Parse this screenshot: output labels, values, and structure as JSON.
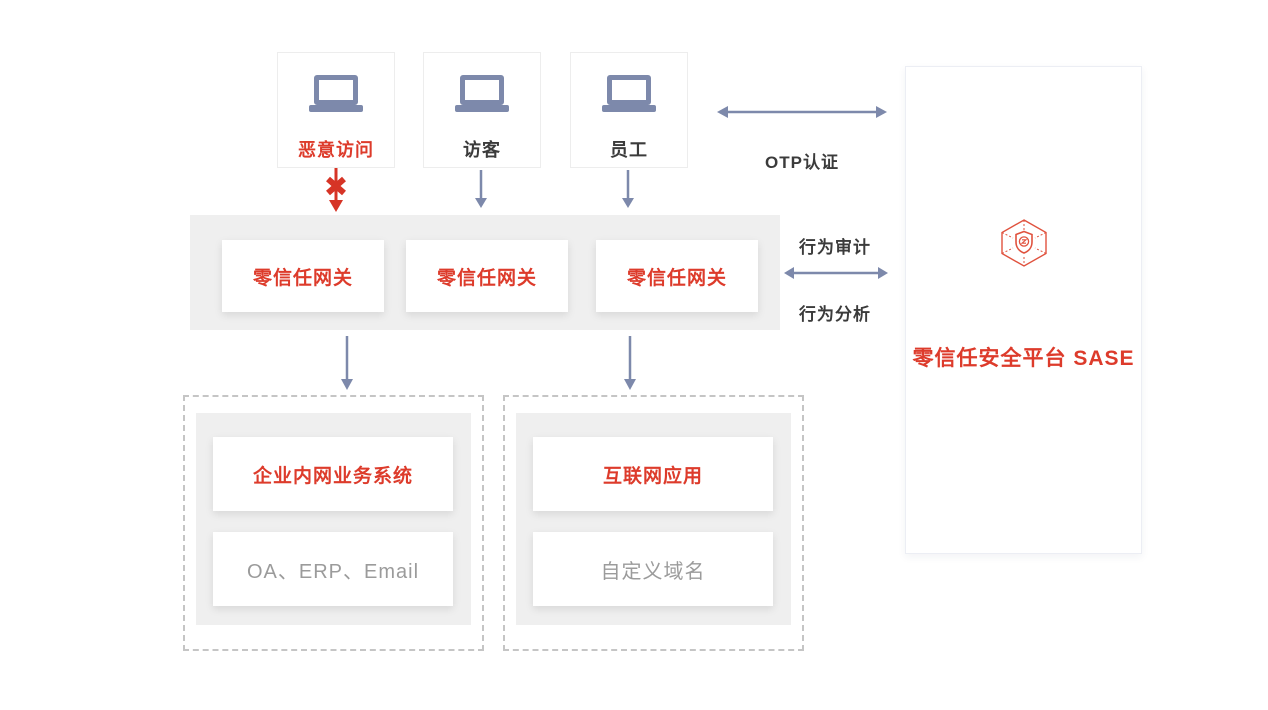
{
  "colors": {
    "red": "#dd3b2b",
    "arrow_red": "#d63426",
    "slate": "#7d89ab",
    "band_bg": "#efefef",
    "dark_text": "#3b3b3b",
    "gray_text": "#9b9b9b",
    "dashed_border": "#c5c5c5",
    "panel_border": "#eceef4"
  },
  "sources": [
    {
      "label": "恶意访问",
      "status": "blocked",
      "icon": "laptop-icon"
    },
    {
      "label": "访客",
      "status": "allowed",
      "icon": "laptop-icon"
    },
    {
      "label": "员工",
      "status": "allowed",
      "icon": "laptop-icon"
    }
  ],
  "gateways": [
    {
      "label": "零信任网关"
    },
    {
      "label": "零信任网关"
    },
    {
      "label": "零信任网关"
    }
  ],
  "annotations": {
    "otp": "OTP认证",
    "audit": "行为审计",
    "analysis": "行为分析"
  },
  "platform": {
    "title": "零信任安全平台 SASE",
    "icon": "cube-shield-icon"
  },
  "groups": {
    "intranet": {
      "primary": "企业内网业务系统",
      "secondary": "OA、ERP、Email"
    },
    "internet": {
      "primary": "互联网应用",
      "secondary": "自定义域名"
    }
  }
}
